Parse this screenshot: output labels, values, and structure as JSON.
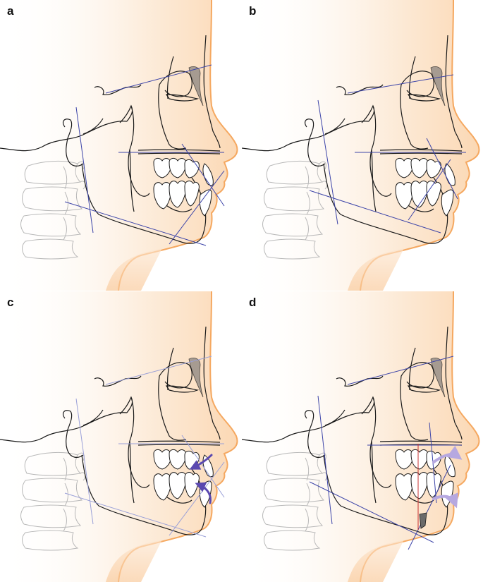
{
  "panels": [
    {
      "letter": "a"
    },
    {
      "letter": "b"
    },
    {
      "letter": "c"
    },
    {
      "letter": "d"
    }
  ],
  "colors": {
    "skin_light": "#fdf2e6",
    "skin_mid": "#fbe3c8",
    "skin_edge": "#f5a860",
    "bone_line": "#1a1a1a",
    "spine_line": "#b8b8b8",
    "ref_line": "#3c44a8",
    "arrow": "#5a48b0",
    "soft_arrow": "#a89ad8",
    "red_line": "#c83030"
  }
}
